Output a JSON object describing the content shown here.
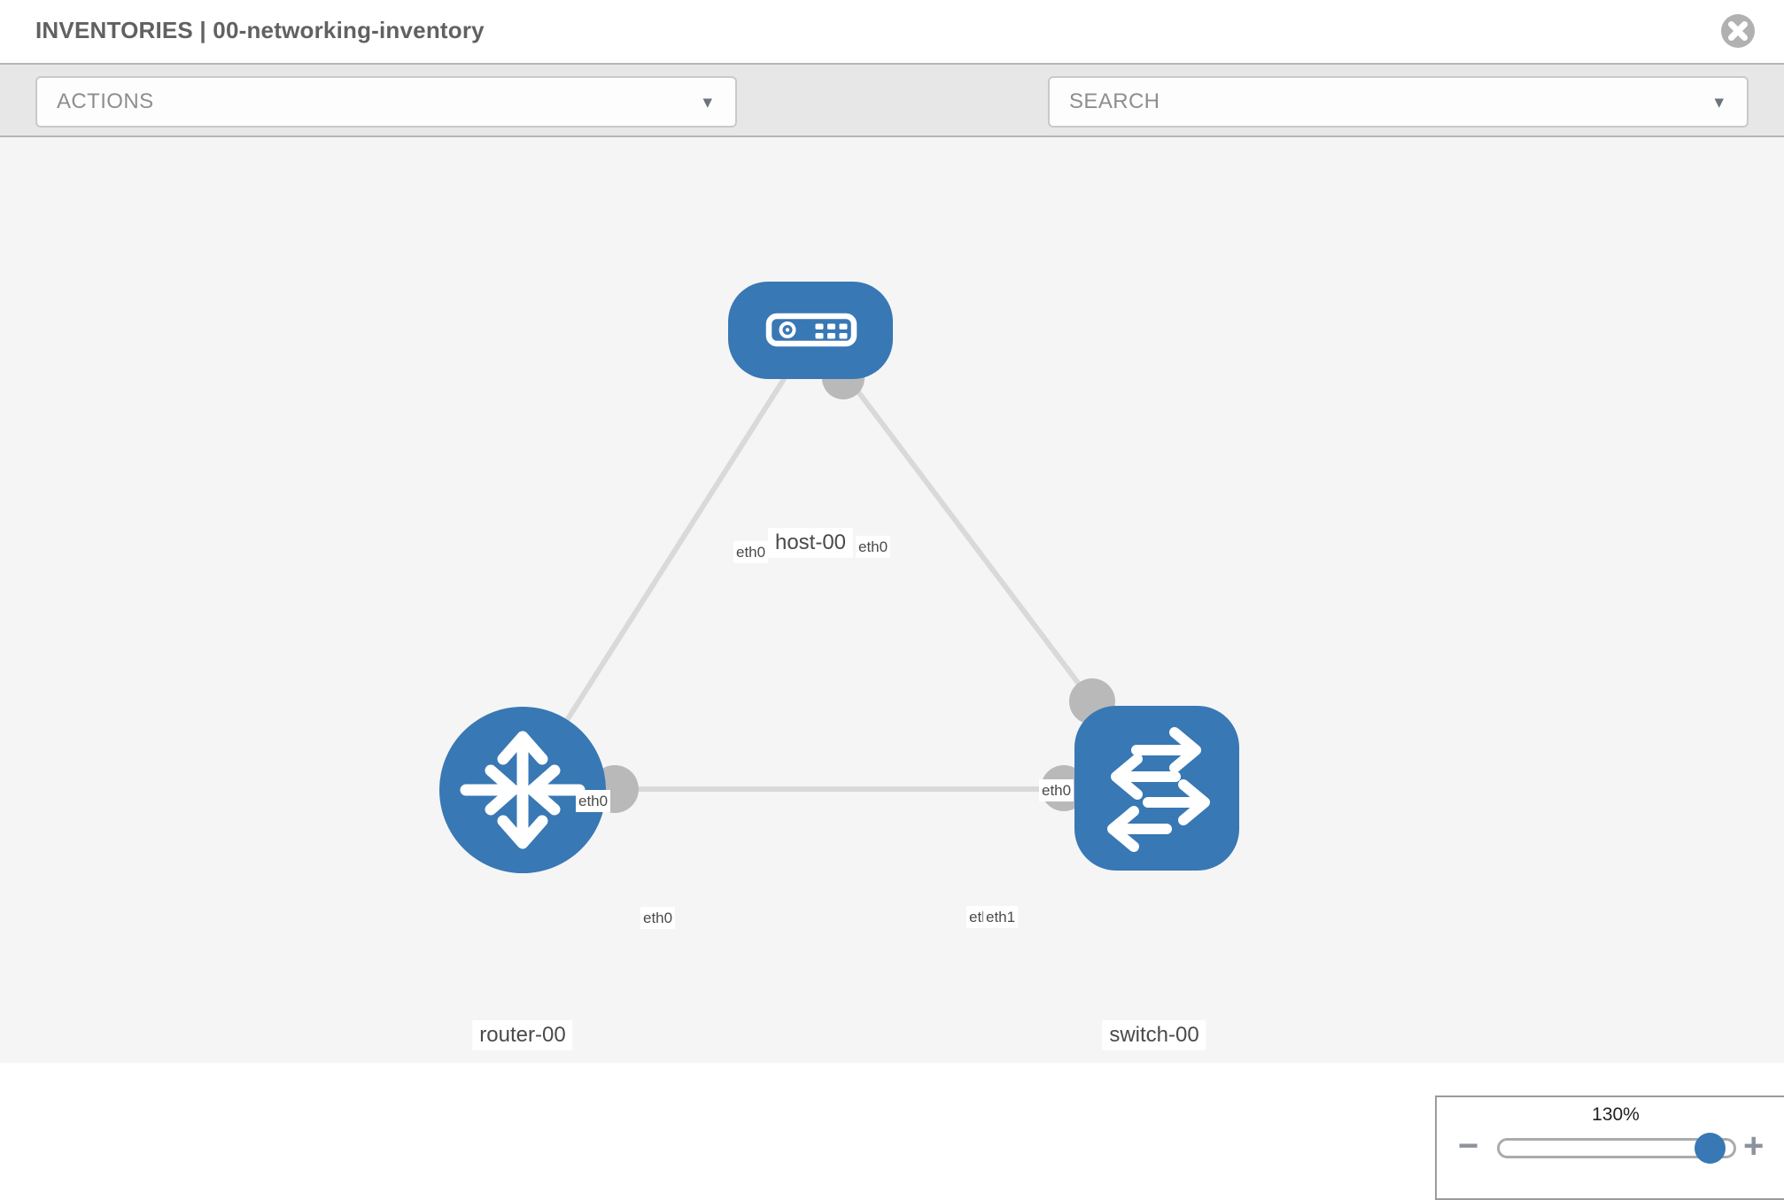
{
  "header": {
    "title": "INVENTORIES | 00-networking-inventory"
  },
  "toolbar": {
    "actions_label": "ACTIONS",
    "search_label": "SEARCH",
    "caret_icon": "▾"
  },
  "topology": {
    "nodes": [
      {
        "id": "host-00",
        "type": "host",
        "label": "host-00"
      },
      {
        "id": "router-00",
        "type": "router",
        "label": "router-00"
      },
      {
        "id": "switch-00",
        "type": "switch",
        "label": "switch-00"
      }
    ],
    "links": [
      {
        "from": "host-00",
        "from_iface": "eth0",
        "to": "router-00",
        "to_iface": "eth0"
      },
      {
        "from": "host-00",
        "from_iface": "eth0",
        "to": "switch-00",
        "to_iface": "eth0"
      },
      {
        "from": "router-00",
        "from_iface": "eth0",
        "to": "switch-00",
        "to_iface": "eth1"
      }
    ]
  },
  "zoom_panel": {
    "level": "130%",
    "zoom_out_icon": "−",
    "zoom_in_icon": "+"
  },
  "colors": {
    "node_blue": "#3878b4",
    "edge_gray": "#d9d9d9",
    "port_gray": "#b9b9b9",
    "toolbar_bg": "#e7e7e7",
    "canvas_bg": "#f5f5f6",
    "icon_gray": "#6e7680"
  }
}
